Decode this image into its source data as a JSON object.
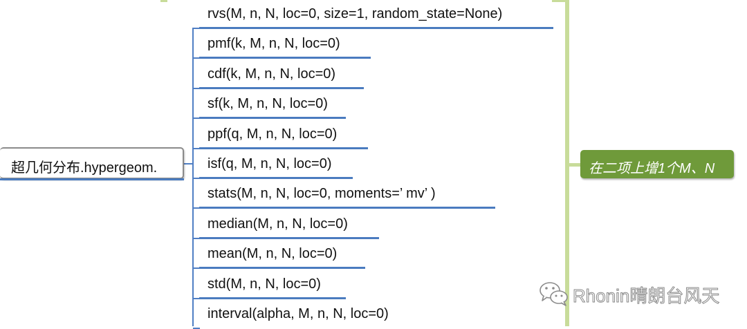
{
  "root": {
    "label": "超几何分布.hypergeom."
  },
  "methods": [
    "rvs(M, n, N, loc=0, size=1, random_state=None)",
    "pmf(k, M, n, N, loc=0)",
    "cdf(k, M, n, N, loc=0)",
    "sf(k, M, n, N, loc=0)",
    "ppf(q, M, n, N, loc=0)",
    "isf(q, M, n, N, loc=0)",
    "stats(M, n, N, loc=0, moments=’ mv’ )",
    "median(M, n, N, loc=0)",
    "mean(M, n, N, loc=0)",
    "std(M, n, N, loc=0)",
    "interval(alpha, M, n, N, loc=0)"
  ],
  "callout": {
    "label": "在二项上增1个M、N"
  },
  "watermark": {
    "text": "Rhonin晴朗台风天",
    "icon": "wechat-icon"
  },
  "colors": {
    "branch": "#4f7ec4",
    "underline": "#4a7bbf",
    "bracket": "#c8dc9a",
    "callout_bg": "#6f9a3a"
  }
}
